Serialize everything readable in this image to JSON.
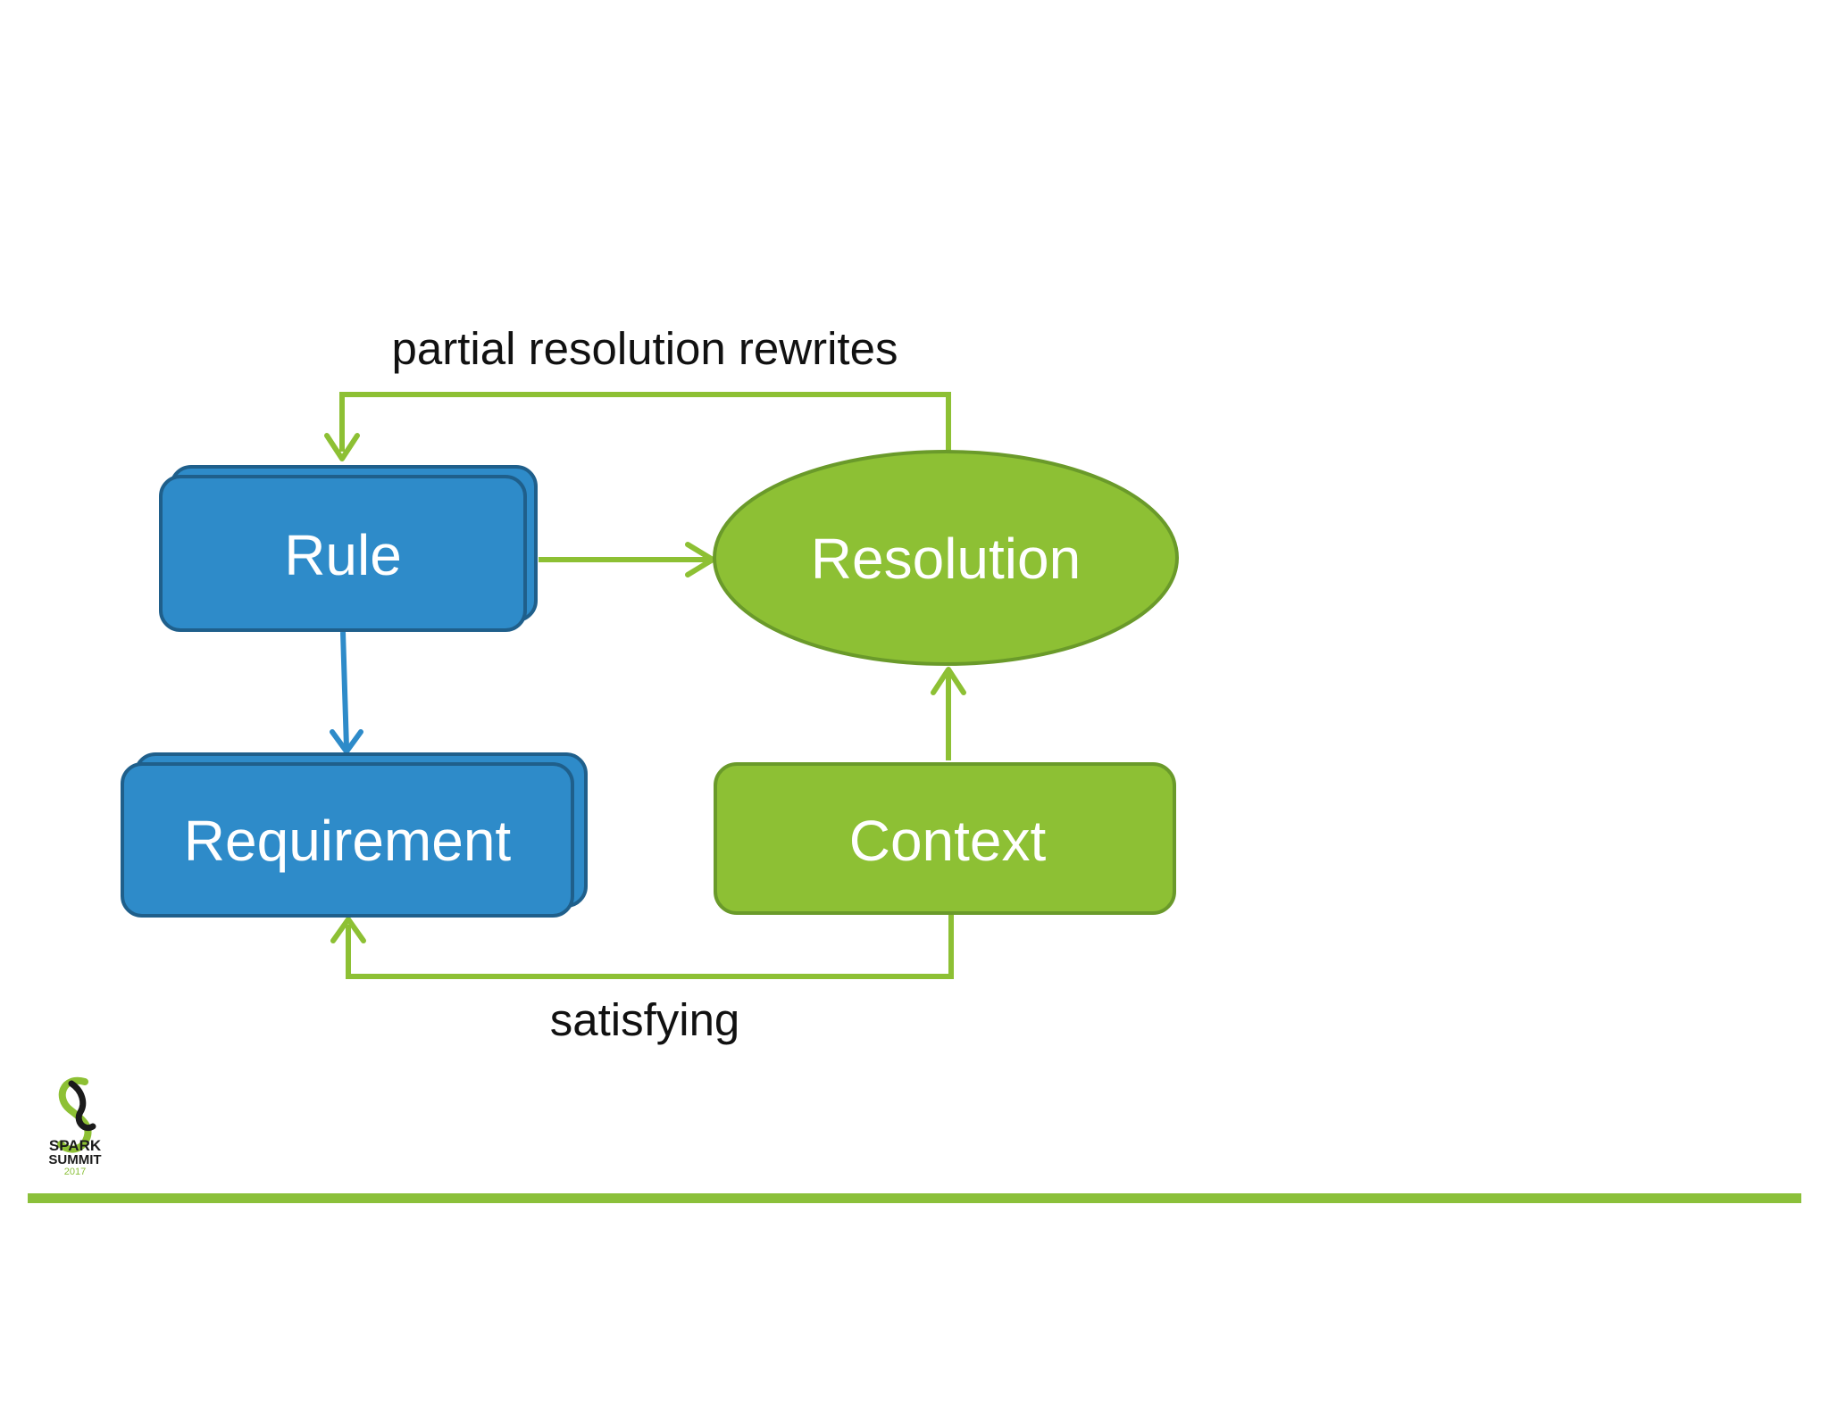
{
  "nodes": {
    "rule": "Rule",
    "requirement": "Requirement",
    "resolution": "Resolution",
    "context": "Context"
  },
  "edges": {
    "top_label": "partial resolution rewrites",
    "bottom_label": "satisfying"
  },
  "logo": {
    "line1": "SPARK",
    "line2": "SUMMIT",
    "year": "2017"
  },
  "colors": {
    "blue_fill": "#2e8bc9",
    "blue_stroke": "#1f5f8b",
    "green_fill": "#8dc034",
    "green_stroke": "#6a9a2a",
    "arrow_green": "#8dc034",
    "arrow_blue": "#2e8bc9",
    "footer_bar": "#8bc03a"
  }
}
